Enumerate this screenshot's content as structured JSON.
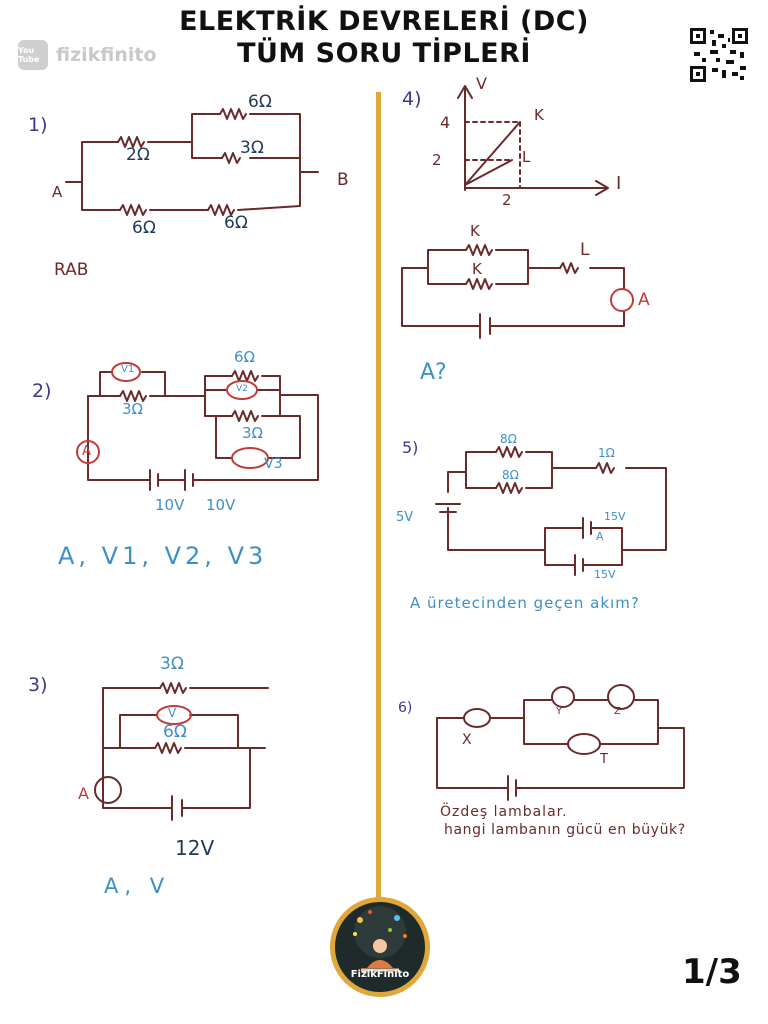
{
  "header": {
    "title_line1": "ELEKTRİK DEVRELERİ (DC)",
    "title_line2": "TÜM SORU TİPLERİ",
    "youtube_badge": "You Tube",
    "channel": "fizikfinito"
  },
  "q1": {
    "number": "1)",
    "r_top": "6Ω",
    "r_mid3": "3Ω",
    "r_left2": "2Ω",
    "r_bot1": "6Ω",
    "r_bot2": "6Ω",
    "node_a": "A",
    "node_b": "B",
    "question": "RAB"
  },
  "q2": {
    "number": "2)",
    "r3a": "3Ω",
    "r6": "6Ω",
    "r3b": "3Ω",
    "v1": "V1",
    "v2": "V2",
    "v3": "V3",
    "ammeter": "A",
    "batt1": "10V",
    "batt2": "10V",
    "question": "A, V1, V2, V3"
  },
  "q3": {
    "number": "3)",
    "r3": "3Ω",
    "r6": "6Ω",
    "voltmeter": "V",
    "ammeter": "A",
    "battery": "12V",
    "question": "A, V"
  },
  "q4": {
    "number": "4)",
    "axis_v": "V",
    "axis_i": "I",
    "tick_4": "4",
    "tick_2y": "2",
    "tick_2x": "2",
    "line_k": "K",
    "line_l": "L",
    "res_k1": "K",
    "res_k2": "K",
    "res_l": "L",
    "ammeter": "A",
    "question": "A?"
  },
  "q5": {
    "number": "5)",
    "r8a": "8Ω",
    "r8b": "8Ω",
    "r1": "1Ω",
    "batt5": "5V",
    "batt15a": "15V",
    "batt15b": "15V",
    "ammeter": "A",
    "question": "A üretecinden geçen akım?"
  },
  "q6": {
    "number": "6)",
    "lamp_x": "X",
    "lamp_y": "Y",
    "lamp_z": "Z",
    "lamp_t": "T",
    "question_l1": "Özdeş lambalar.",
    "question_l2": "hangi lambanın gücü en büyük?"
  },
  "footer": {
    "logo_text": "FizikFinito",
    "page": "1/3"
  },
  "colors": {
    "wire": "#6b2a2a",
    "accent": "#e0a83a",
    "label_blue": "#3d8fc9",
    "label_red": "#c23a3a",
    "number": "#3a3a8c"
  }
}
